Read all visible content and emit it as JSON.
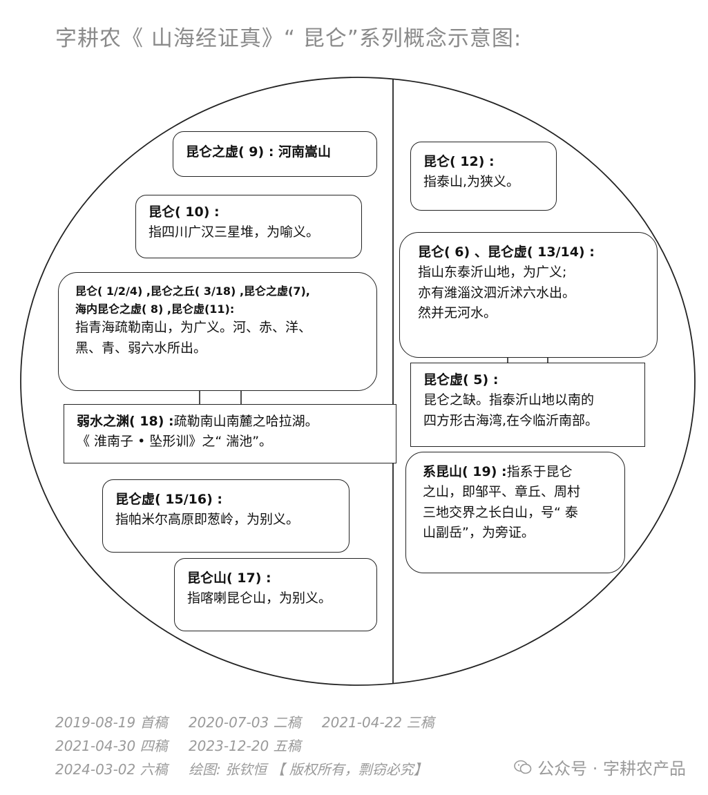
{
  "title": "字耕农《 山海经证真》“ 昆仑”系列概念示意图:",
  "left": {
    "box1": {
      "title": "昆仑之虚( 9) : 河南嵩山"
    },
    "box2": {
      "title": "昆仑( 10) :",
      "desc": "指四川广汉三星堆，为喻义。"
    },
    "box3": {
      "title_line1": "昆仑( 1/2/4) ,昆仑之丘( 3/18) ,昆仑之虚(7),",
      "title_line2": "海内昆仑之虚( 8) ,昆仑虚(11):",
      "desc_line1": "指青海疏勒南山，为广义。河、赤、洋、",
      "desc_line2": "黑、青、弱六水所出。"
    },
    "box4": {
      "title": "弱水之渊( 18) :",
      "desc_inline": "疏勒南山南麓之哈拉湖。",
      "desc_line2": "《 淮南子 • 坠形训》之“ 湍池”。"
    },
    "box5": {
      "title": "昆仑虚( 15/16) :",
      "desc": "指帕米尔高原即葱岭，为别义。"
    },
    "box6": {
      "title": "昆仑山( 17) :",
      "desc": "指喀喇昆仑山，为别义。"
    }
  },
  "right": {
    "box1": {
      "title": "昆仑( 12) :",
      "desc": "指泰山,为狭义。"
    },
    "box2": {
      "title": "昆仑( 6) 、昆仑虚( 13/14) :",
      "desc_line1": "指山东泰沂山地，为广义;",
      "desc_line2": "亦有潍淄汶泗沂沭六水出。",
      "desc_line3": "然并无河水。"
    },
    "box3": {
      "title": "昆仑虚( 5) :",
      "desc_line1": "昆仑之缺。指泰沂山地以南的",
      "desc_line2": "四方形古海湾,在今临沂南部。"
    },
    "box4": {
      "title": "系昆山( 19) :",
      "desc_inline": "指系于昆仑",
      "desc_line2": "之山，即邹平、章丘、周村",
      "desc_line3": "三地交界之长白山，号“ 泰",
      "desc_line4": "山副岳”，为旁证。"
    }
  },
  "footer": {
    "line1": [
      "2019-08-19 首稿",
      "2020-07-03 二稿",
      "2021-04-22 三稿"
    ],
    "line2": [
      "2021-04-30 四稿",
      "2023-12-20 五稿"
    ],
    "line3": [
      "2024-03-02 六稿",
      "绘图: 张钦恒 【 版权所有，剽窃必究】"
    ]
  },
  "watermark": {
    "text": "公众号 · 字耕农产品"
  }
}
